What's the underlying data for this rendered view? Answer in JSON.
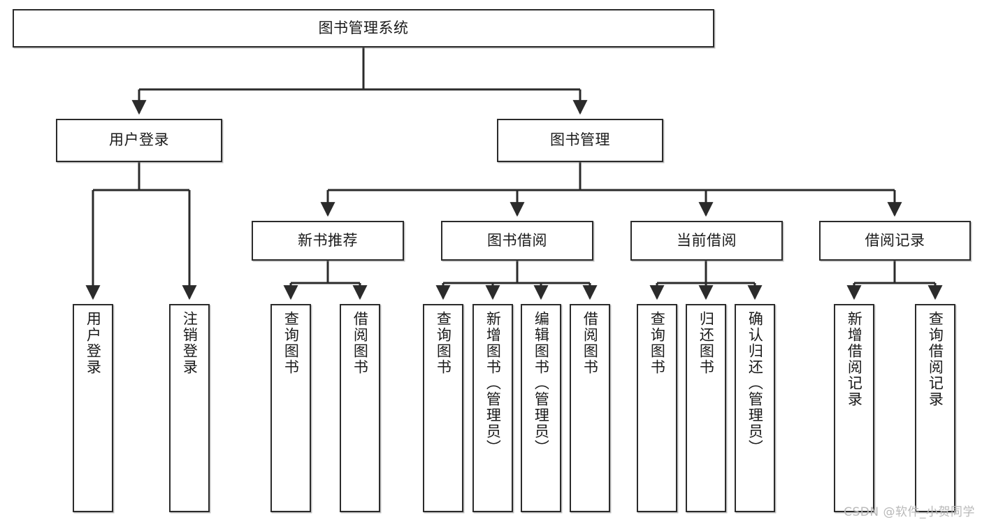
{
  "diagram": {
    "type": "tree-flowchart",
    "title": "图书管理系统",
    "watermark": "CSDN @软件_小贺同学",
    "colors": {
      "stroke": "#2b2b2b",
      "fill": "#ffffff",
      "text": "#1a1a1a",
      "watermark": "#b9b9b9"
    },
    "root": {
      "label": "图书管理系统"
    },
    "level2": [
      {
        "label": "用户登录"
      },
      {
        "label": "图书管理"
      }
    ],
    "level3": [
      {
        "label": "新书推荐"
      },
      {
        "label": "图书借阅"
      },
      {
        "label": "当前借阅"
      },
      {
        "label": "借阅记录"
      }
    ],
    "leaves": {
      "user_login": [
        {
          "label": "用户登录"
        },
        {
          "label": "注销登录"
        }
      ],
      "new_book": [
        {
          "label": "查询图书"
        },
        {
          "label": "借阅图书"
        }
      ],
      "book_borrow": [
        {
          "label": "查询图书"
        },
        {
          "label": "新增图书（管理员）"
        },
        {
          "label": "编辑图书（管理员）"
        },
        {
          "label": "借阅图书"
        }
      ],
      "current_borrow": [
        {
          "label": "查询图书"
        },
        {
          "label": "归还图书"
        },
        {
          "label": "确认归还（管理员）"
        }
      ],
      "borrow_record": [
        {
          "label": "新增借阅记录"
        },
        {
          "label": "查询借阅记录"
        }
      ]
    }
  }
}
